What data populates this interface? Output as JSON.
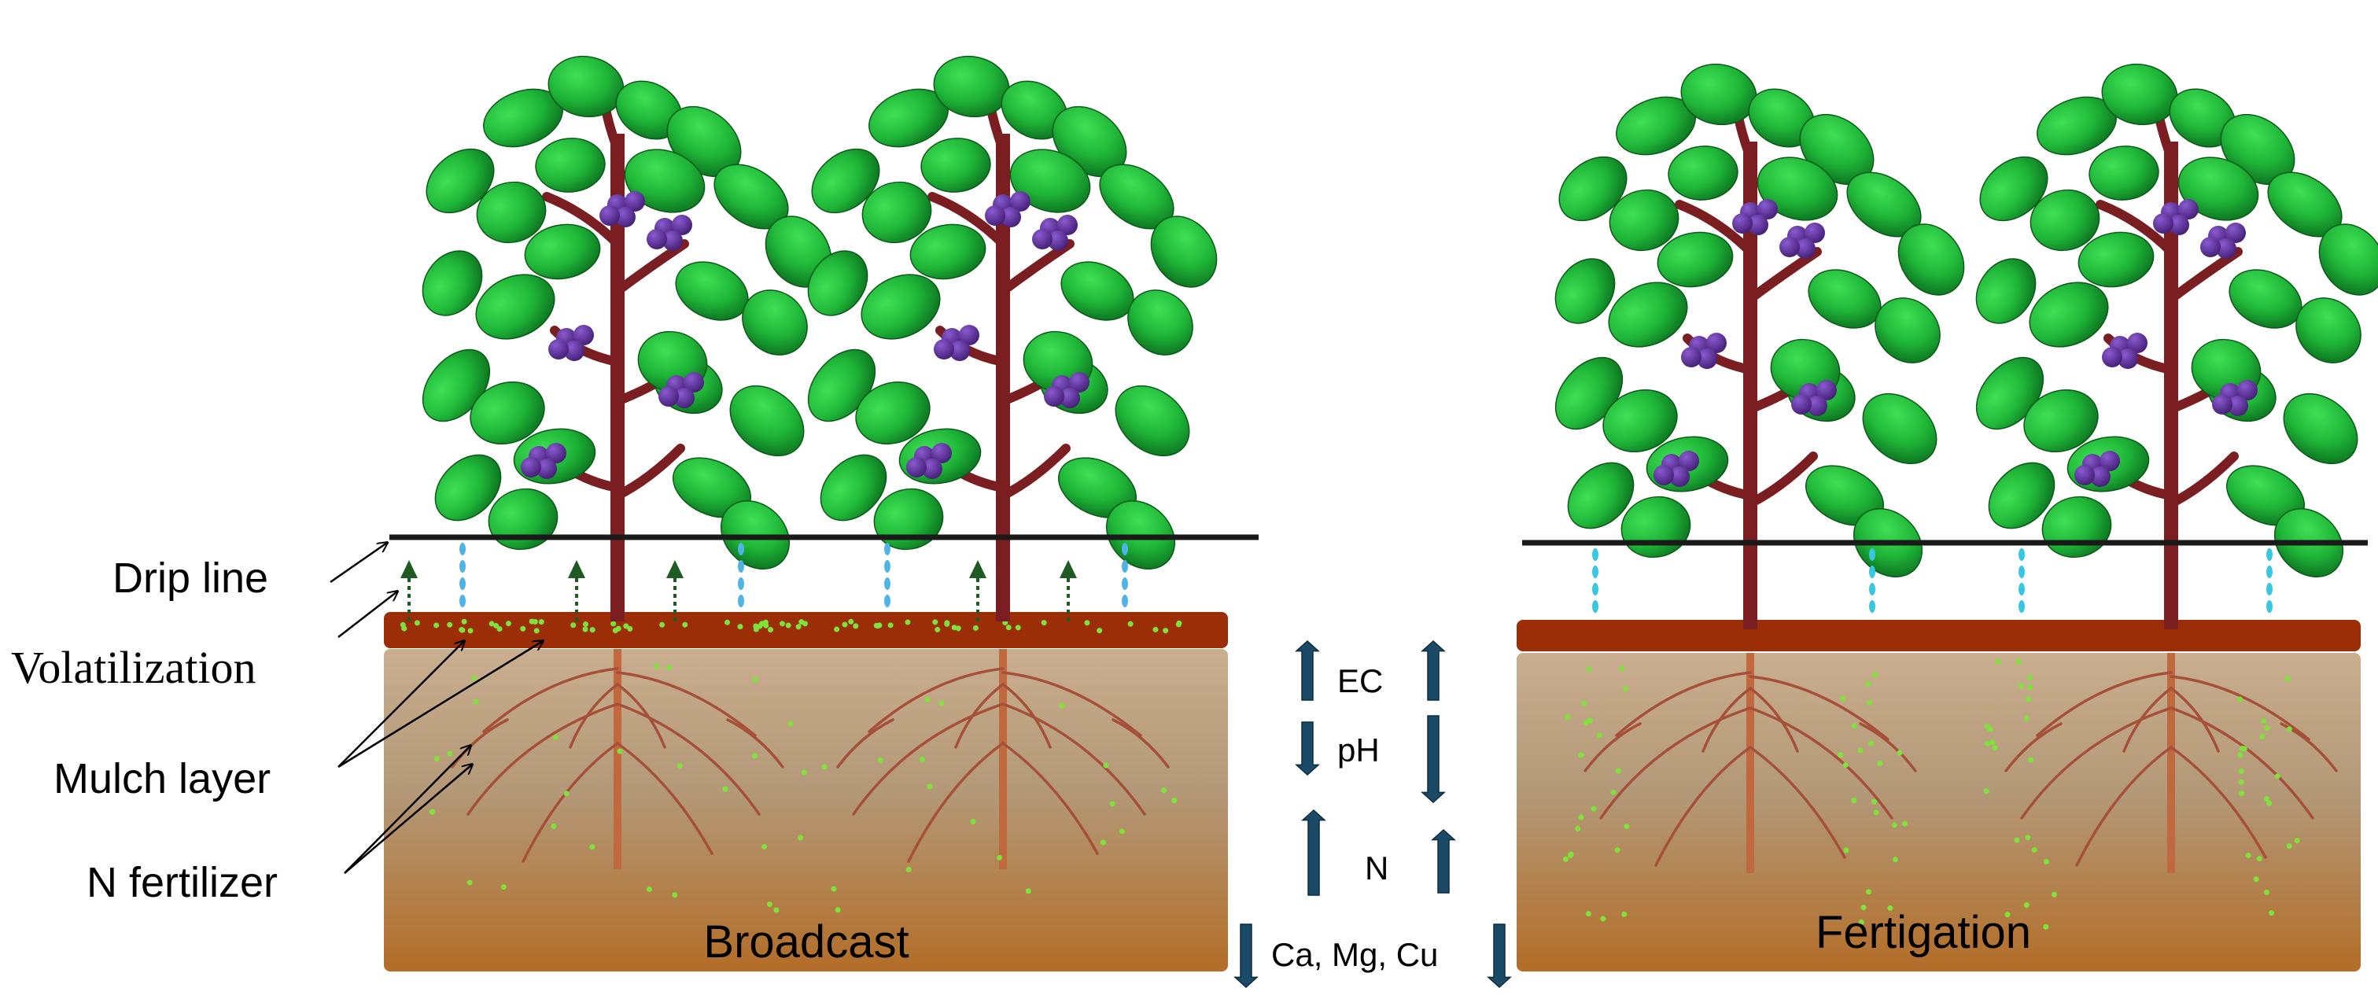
{
  "labels": {
    "drip_line": "Drip line",
    "volatilization": "Volatilization",
    "mulch_layer": "Mulch layer",
    "n_fertilizer": "N fertilizer"
  },
  "panels": {
    "broadcast": {
      "caption": "Broadcast"
    },
    "fertigation": {
      "caption": "Fertigation"
    }
  },
  "indicators": [
    {
      "label": "EC",
      "direction": "up"
    },
    {
      "label": "pH",
      "direction": "down"
    },
    {
      "label": "N",
      "direction": "up"
    },
    {
      "label": "Ca, Mg, Cu",
      "direction": "down"
    }
  ],
  "colors": {
    "leaf_light": "#22c43a",
    "leaf_dark": "#0d7a22",
    "stem": "#7a1e22",
    "berry": "#5a2a90",
    "mulch": "#9c2e08",
    "soil_top": "#c7ab8c",
    "soil_bottom": "#b06e28",
    "drip_line": "#1a1a1a",
    "water_drop": "#4fb3e6",
    "water_drop_fertigation": "#35c8e0",
    "fertilizer_dot": "#7fe23a",
    "volatilization_arrow": "#1e5a22",
    "indicator_arrow": "#1a4a66",
    "root": "#a6503a"
  }
}
